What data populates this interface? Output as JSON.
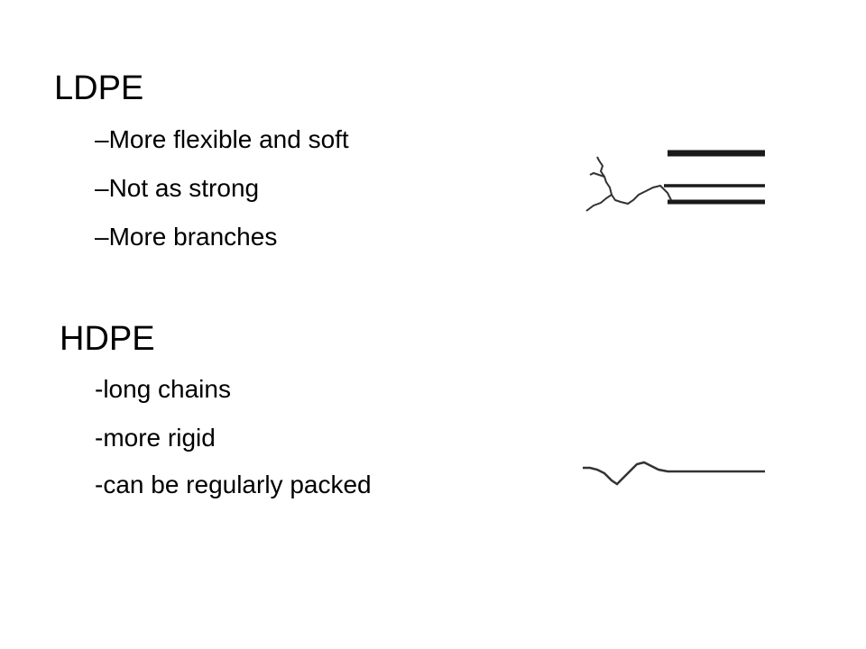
{
  "ldpe": {
    "heading": "LDPE",
    "bullets": [
      "–More flexible and soft",
      "–Not as strong",
      "–More branches"
    ],
    "figure_icon": "branched-polymer-chain-icon"
  },
  "hdpe": {
    "heading": "HDPE",
    "bullets": [
      "-long chains",
      "-more rigid",
      "-can be regularly packed"
    ],
    "figure_icon": "linear-polymer-chain-icon"
  },
  "colors": {
    "text": "#000000",
    "line": "#1a1a1a",
    "background": "#ffffff"
  }
}
